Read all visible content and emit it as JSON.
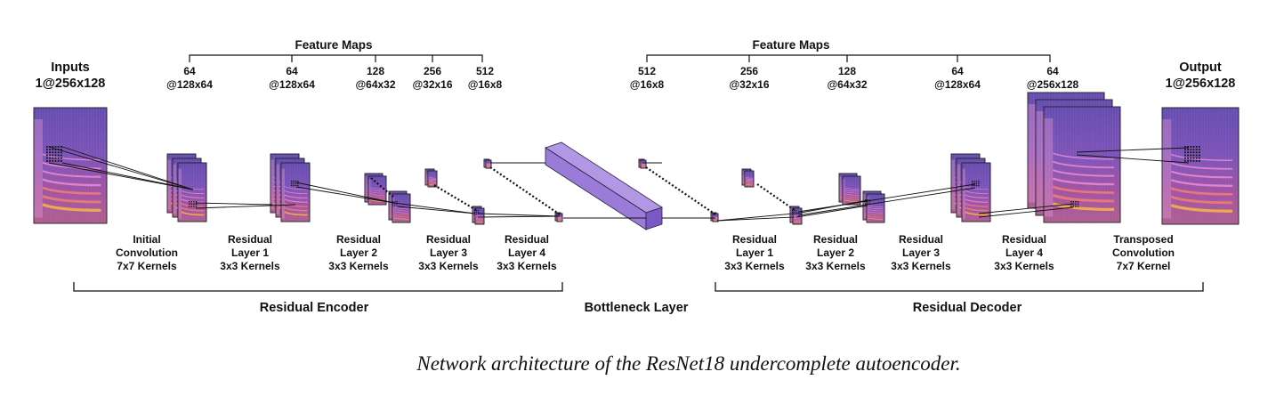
{
  "caption": "Network architecture of the ResNet18 undercomplete autoencoder.",
  "input": {
    "title": "Inputs",
    "shape": "1@256x128"
  },
  "output": {
    "title": "Output",
    "shape": "1@256x128"
  },
  "encoder": {
    "feature_maps_title": "Feature Maps",
    "feature_maps": [
      {
        "channels": "64",
        "size": "@128x64"
      },
      {
        "channels": "64",
        "size": "@128x64"
      },
      {
        "channels": "128",
        "size": "@64x32"
      },
      {
        "channels": "256",
        "size": "@32x16"
      },
      {
        "channels": "512",
        "size": "@16x8"
      }
    ],
    "layers": [
      {
        "l1": "Initial",
        "l2": "Convolution",
        "l3": "7x7 Kernels"
      },
      {
        "l1": "Residual",
        "l2": "Layer 1",
        "l3": "3x3 Kernels"
      },
      {
        "l1": "Residual",
        "l2": "Layer 2",
        "l3": "3x3 Kernels"
      },
      {
        "l1": "Residual",
        "l2": "Layer 3",
        "l3": "3x3 Kernels"
      },
      {
        "l1": "Residual",
        "l2": "Layer 4",
        "l3": "3x3 Kernels"
      }
    ],
    "group_label": "Residual Encoder"
  },
  "bottleneck": {
    "label": "Bottleneck Layer"
  },
  "decoder": {
    "feature_maps_title": "Feature Maps",
    "feature_maps": [
      {
        "channels": "512",
        "size": "@16x8"
      },
      {
        "channels": "256",
        "size": "@32x16"
      },
      {
        "channels": "128",
        "size": "@64x32"
      },
      {
        "channels": "64",
        "size": "@128x64"
      },
      {
        "channels": "64",
        "size": "@256x128"
      }
    ],
    "layers": [
      {
        "l1": "Residual",
        "l2": "Layer 1",
        "l3": "3x3 Kernels"
      },
      {
        "l1": "Residual",
        "l2": "Layer 2",
        "l3": "3x3 Kernels"
      },
      {
        "l1": "Residual",
        "l2": "Layer 3",
        "l3": "3x3 Kernels"
      },
      {
        "l1": "Residual",
        "l2": "Layer 4",
        "l3": "3x3 Kernels"
      },
      {
        "l1": "Transposed",
        "l2": "Convolution",
        "l3": "7x7 Kernel"
      }
    ],
    "group_label": "Residual Decoder"
  },
  "colors": {
    "spectrogram_bg": "#6f56c0",
    "spectrogram_band": "#e04f9a",
    "spectrogram_hot": "#f7b347",
    "bottleneck_top": "#b197e4",
    "bottleneck_front": "#9b7bd8",
    "bottleneck_side": "#7b59c4"
  }
}
